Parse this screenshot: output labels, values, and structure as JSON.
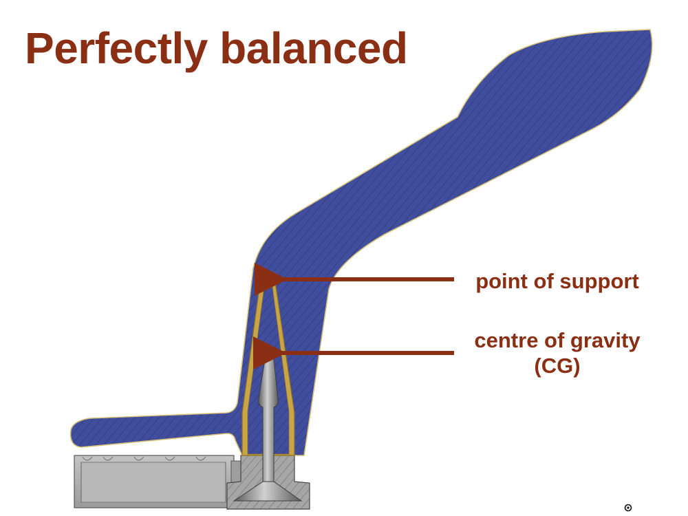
{
  "slide": {
    "title": "Perfectly balanced",
    "callouts": {
      "support_label": "point of support",
      "cg_label_line1": "centre of gravity",
      "cg_label_line2": "(CG)"
    },
    "colors": {
      "accent": "#8a2e14",
      "body_fill": "#414e9e",
      "hatch": "#2a3575",
      "brass": "#c9a54a",
      "steel": "#9a9a9a",
      "steel_dark": "#5e5e5e"
    }
  }
}
